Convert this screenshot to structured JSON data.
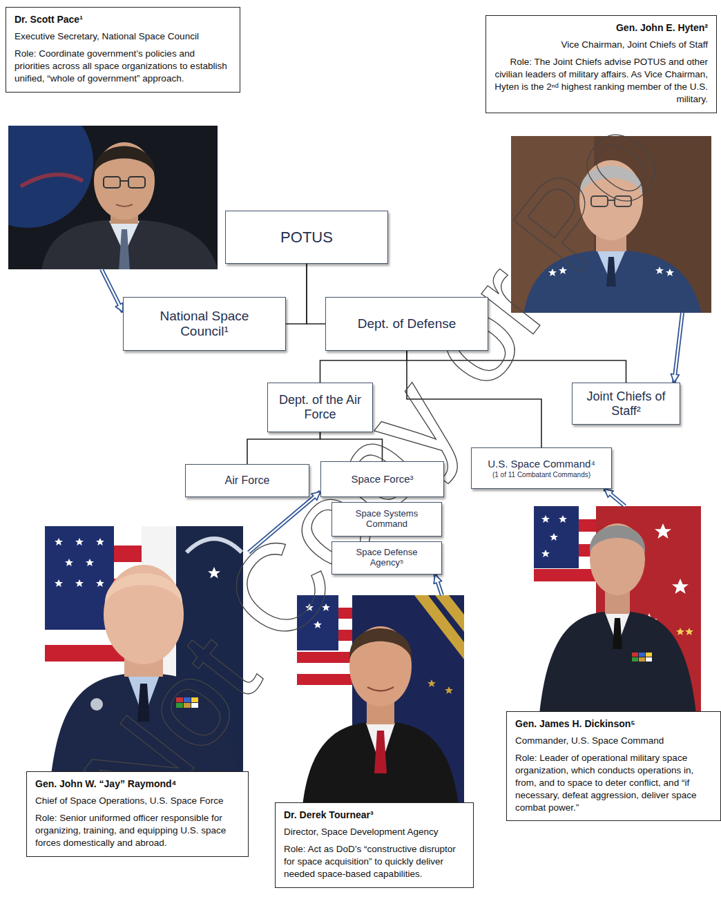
{
  "diagram": {
    "nodes": [
      {
        "text": [
          "Dr. Scott Pace¹",
          "Executive Secretary, National Space Council",
          "Role: Coordinate government’s policies and priorities across all space organizations to establish unified, “whole of government” approach."
        ]
      },
      {
        "text": [
          "Gen. John E. Hyten²",
          "Vice Chairman, Joint Chiefs of Staff",
          "Role: The Joint Chiefs advise POTUS and other civilian leaders of military affairs. As Vice Chairman, Hyten is the 2ⁿᵈ highest ranking member of the U.S. military."
        ]
      },
      {
        "text": [
          "POTUS"
        ]
      },
      {
        "text": [
          "National Space Council¹"
        ]
      },
      {
        "text": [
          "Dept. of Defense"
        ]
      },
      {
        "text": [
          "Dept. of the Air Force"
        ]
      },
      {
        "text": [
          "Joint Chiefs of Staff²"
        ]
      },
      {
        "text": [
          "Air Force"
        ]
      },
      {
        "text": [
          "Space Force³"
        ]
      },
      {
        "text": [
          "U.S. Space Command⁴",
          "(1 of 11 Combatant Commands)"
        ]
      },
      {
        "text": [
          "Space Systems Command"
        ]
      },
      {
        "text": [
          "Space Defense Agency⁵"
        ]
      },
      {
        "text": [
          "Gen. James H. Dickinson⁵",
          "Commander, U.S. Space Command",
          "Role: Leader of operational military space organization, which conducts operations in, from, and to space to deter conflict, and “if necessary, defeat aggression, deliver space combat power.”"
        ]
      },
      {
        "text": [
          "Gen. John W. “Jay” Raymond⁴",
          "Chief of Space Operations, U.S. Space Force",
          "Role: Senior uniformed officer responsible for organizing, training, and equipping U.S. space forces domestically and abroad."
        ]
      },
      {
        "text": [
          "Dr. Derek Tournear³",
          "Director, Space Development Agency",
          "Role: Act as DoD’s “constructive disruptor for space acquisition” to quickly deliver needed space-based capabilities."
        ]
      }
    ],
    "edges": [
      {
        "from": 0,
        "to": 3,
        "arrow": "to"
      },
      {
        "from": 1,
        "to": 6,
        "arrow": "to"
      },
      {
        "from": 2,
        "to": 3,
        "arrow": "none"
      },
      {
        "from": 2,
        "to": 4,
        "arrow": "none"
      },
      {
        "from": 4,
        "to": 5,
        "arrow": "none"
      },
      {
        "from": 4,
        "to": 6,
        "arrow": "none"
      },
      {
        "from": 4,
        "to": 9,
        "arrow": "none"
      },
      {
        "from": 5,
        "to": 7,
        "arrow": "none"
      },
      {
        "from": 5,
        "to": 8,
        "arrow": "none"
      },
      {
        "from": 12,
        "to": 9,
        "arrow": "to"
      },
      {
        "from": 13,
        "to": 8,
        "arrow": "to"
      },
      {
        "from": 14,
        "to": 11,
        "arrow": "to"
      }
    ],
    "labels": [
      "Not Copy or Po"
    ]
  }
}
